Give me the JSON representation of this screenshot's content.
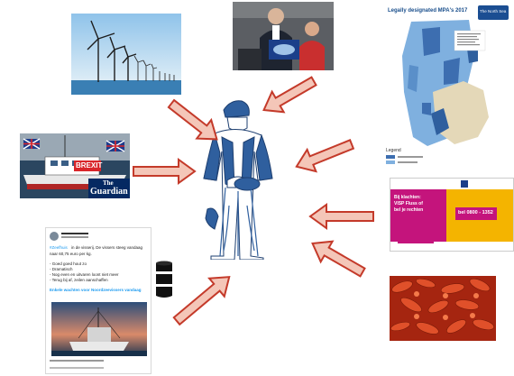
{
  "colors": {
    "arrow_fill": "#f4c6b8",
    "arrow_stroke": "#c43a2a",
    "figure_blue": "#2f5f9e",
    "sea_blue": "#5a8fc9",
    "netherlands_tan": "#e4d8b8",
    "mpa_blue": "#3d6eb0",
    "brexit_red": "#d9252a",
    "magenta": "#c4147c",
    "orange_yellow": "#f4b400",
    "shrimp_red": "#d23a1c"
  },
  "map_panel": {
    "title": "Legally designated MPA's 2017",
    "logo": "The North Sea",
    "legend_title": "Legend"
  },
  "guardian_panel": {
    "banner": "BREXIT",
    "logo_line1": "The",
    "logo_line2": "Guardian"
  },
  "ad_panel": {
    "line1": "Bij klachten:",
    "line2": "VISP Fluss of",
    "line3": "bel je rechten",
    "phone": "bel 0800 - 1352"
  },
  "tweet_panel": {
    "hashtag": "#Zeefhuis",
    "line1": "in de visserij. De vissers steeg vandaag",
    "line2": "naar 60,75 euro per kg.",
    "bullet1": "- Goed goed hout zo",
    "bullet2": "- Dramatisch",
    "bullet3": "- Nog even en uitvaren loont niet meer",
    "bullet4": "- Terug bij af, zeilen aanschaffen",
    "link": "Enkele wachten voor Noordzeevissers vandaag"
  }
}
